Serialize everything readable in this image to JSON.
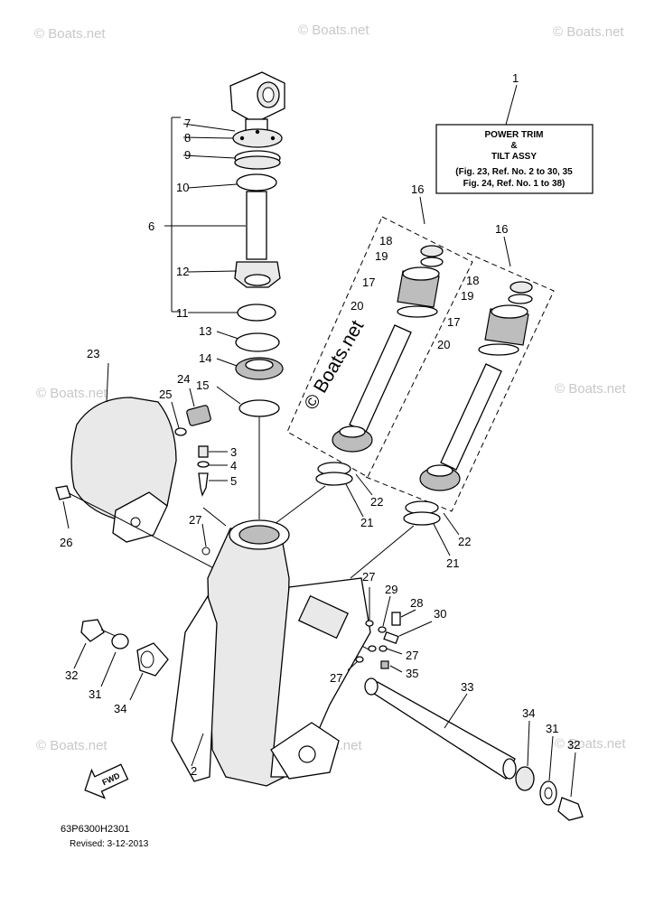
{
  "watermark": {
    "text": "© Boats.net",
    "main_text": "© Boats.net"
  },
  "info_box": {
    "ref": "1",
    "line1": "POWER TRIM",
    "line2": "&",
    "line3": "TILT ASSY",
    "line4": "(Fig. 23, Ref. No. 2 to 30, 35",
    "line5": "Fig. 24, Ref. No. 1 to 38)"
  },
  "callouts": {
    "n1": "1",
    "n2": "2",
    "n3": "3",
    "n4": "4",
    "n5": "5",
    "n6": "6",
    "n7": "7",
    "n8": "8",
    "n9": "9",
    "n10": "10",
    "n11": "11",
    "n12": "12",
    "n13": "13",
    "n14": "14",
    "n15": "15",
    "n16a": "16",
    "n16b": "16",
    "n17a": "17",
    "n17b": "17",
    "n18a": "18",
    "n18b": "18",
    "n19a": "19",
    "n19b": "19",
    "n20a": "20",
    "n20b": "20",
    "n21a": "21",
    "n21b": "21",
    "n22a": "22",
    "n22b": "22",
    "n23": "23",
    "n24": "24",
    "n25": "25",
    "n26": "26",
    "n27a": "27",
    "n27b": "27",
    "n27c": "27",
    "n27d": "27",
    "n28": "28",
    "n29": "29",
    "n30": "30",
    "n31a": "31",
    "n31b": "31",
    "n32a": "32",
    "n32b": "32",
    "n33": "33",
    "n34a": "34",
    "n34b": "34",
    "n35": "35"
  },
  "fwd_label": "FWD",
  "footer": {
    "code": "63P6300H2301",
    "revised": "Revised: 3-12-2013"
  }
}
